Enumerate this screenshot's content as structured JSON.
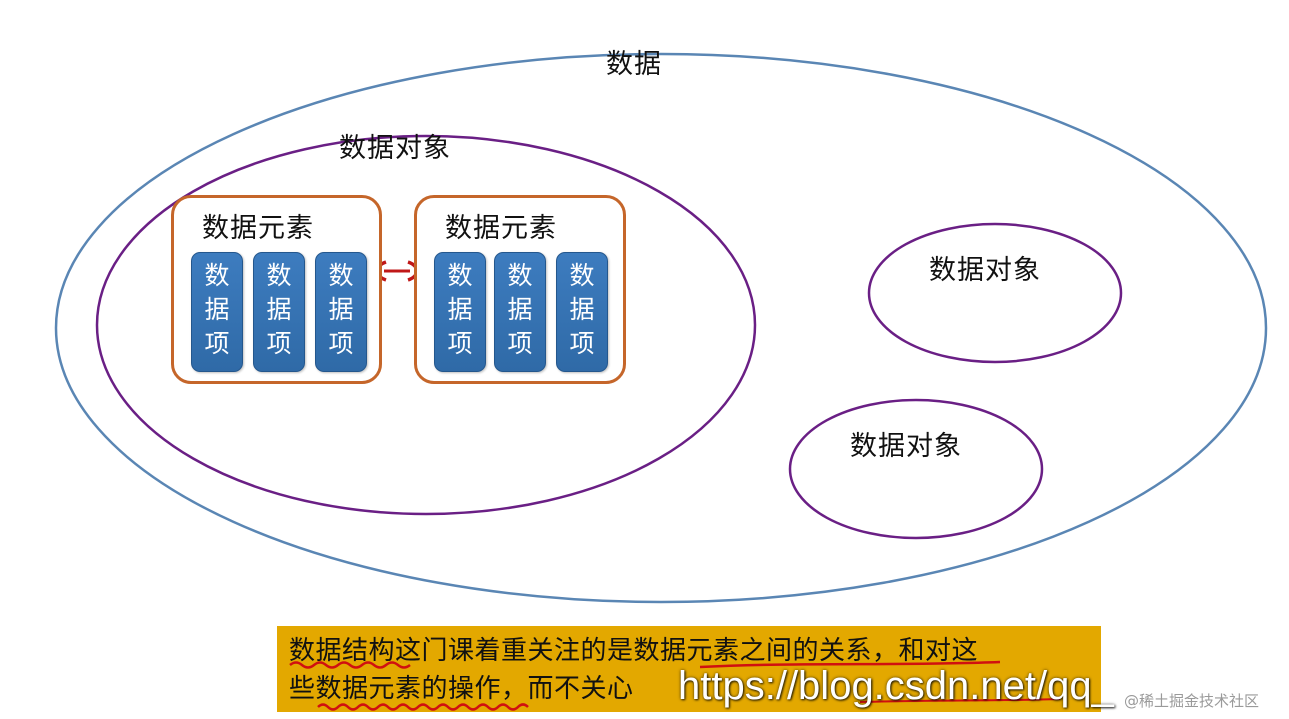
{
  "diagram": {
    "outer_label": "数据",
    "main_object_label": "数据对象",
    "element_label": "数据元素",
    "item_label": [
      "数",
      "据",
      "项"
    ],
    "other_object_labels": [
      "数据对象",
      "数据对象"
    ]
  },
  "caption": {
    "line1": "数据结构这门课着重关注的是数据元素之间的关系，和对这",
    "line2": "些数据元素的操作，而不关心"
  },
  "watermark": "https://blog.csdn.net/qq_",
  "brand": "@稀土掘金技术社区",
  "colors": {
    "outer_ellipse": "#5a86b4",
    "object_ellipse": "#6a1f85",
    "element_border": "#c5662a",
    "item_fill": "#3673b3",
    "relation_arrow": "#c01818",
    "caption_background": "#e3a800",
    "annotation_red": "#d01010"
  }
}
